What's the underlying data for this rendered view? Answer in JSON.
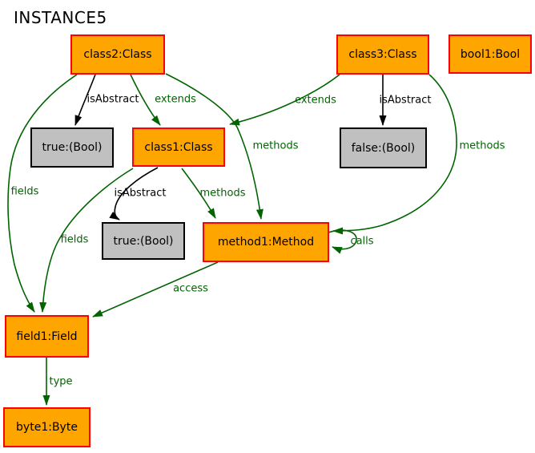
{
  "title": "INSTANCE5",
  "colors": {
    "instance_fill": "#FFA500",
    "instance_border": "#FF0000",
    "value_fill": "#C0C0C0",
    "value_border": "#000000",
    "edge_green": "#006400",
    "edge_black": "#000000"
  },
  "diagram": {
    "nodes": [
      {
        "id": "class2",
        "label": "class2:Class",
        "kind": "instance"
      },
      {
        "id": "class3",
        "label": "class3:Class",
        "kind": "instance"
      },
      {
        "id": "bool1",
        "label": "bool1:Bool",
        "kind": "instance"
      },
      {
        "id": "true1",
        "label": "true:(Bool)",
        "kind": "value"
      },
      {
        "id": "class1",
        "label": "class1:Class",
        "kind": "instance"
      },
      {
        "id": "false1",
        "label": "false:(Bool)",
        "kind": "value"
      },
      {
        "id": "true2",
        "label": "true:(Bool)",
        "kind": "value"
      },
      {
        "id": "method1",
        "label": "method1:Method",
        "kind": "instance"
      },
      {
        "id": "field1",
        "label": "field1:Field",
        "kind": "instance"
      },
      {
        "id": "byte1",
        "label": "byte1:Byte",
        "kind": "instance"
      }
    ],
    "edge_labels": [
      {
        "text": "isAbstract",
        "edge": "class2-true1",
        "color": "black"
      },
      {
        "text": "extends",
        "edge": "class2-class1",
        "color": "green"
      },
      {
        "text": "extends",
        "edge": "class3-class1",
        "color": "green"
      },
      {
        "text": "isAbstract",
        "edge": "class3-false1",
        "color": "black"
      },
      {
        "text": "methods",
        "edge": "class2-method1",
        "color": "green"
      },
      {
        "text": "methods",
        "edge": "class3-method1",
        "color": "green"
      },
      {
        "text": "fields",
        "edge": "class2-field1",
        "color": "green"
      },
      {
        "text": "isAbstract",
        "edge": "class1-true2",
        "color": "black"
      },
      {
        "text": "methods",
        "edge": "class1-method1",
        "color": "green"
      },
      {
        "text": "fields",
        "edge": "class1-field1",
        "color": "green"
      },
      {
        "text": "calls",
        "edge": "method1-method1",
        "color": "green"
      },
      {
        "text": "access",
        "edge": "method1-field1",
        "color": "green"
      },
      {
        "text": "type",
        "edge": "field1-byte1",
        "color": "green"
      }
    ]
  }
}
